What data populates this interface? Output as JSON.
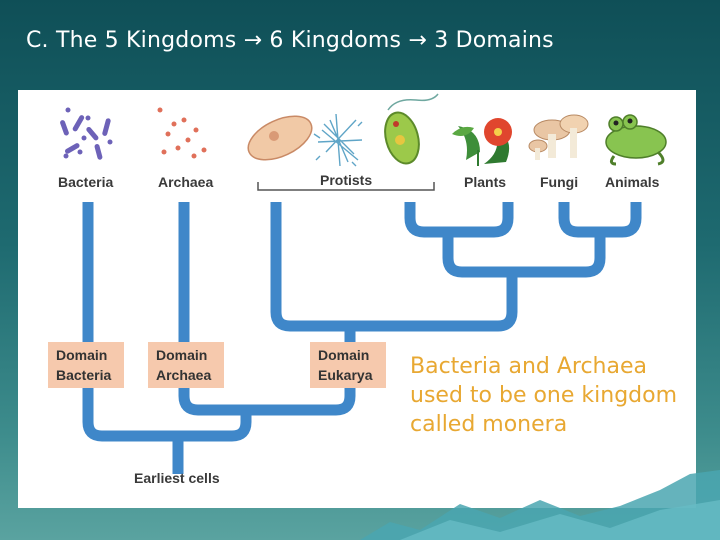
{
  "slide": {
    "title": "C. The 5 Kingdoms → 6 Kingdoms → 3 Domains",
    "note": "Bacteria and Archaea used to be one kingdom called monera"
  },
  "diagram": {
    "organisms": [
      {
        "label": "Bacteria",
        "icon": "bacteria-icon"
      },
      {
        "label": "Archaea",
        "icon": "archaea-icon"
      },
      {
        "label": "Protists",
        "icon": "protists-icon"
      },
      {
        "label": "Plants",
        "icon": "plant-icon"
      },
      {
        "label": "Fungi",
        "icon": "fungi-icon"
      },
      {
        "label": "Animals",
        "icon": "frog-icon"
      }
    ],
    "domains": [
      {
        "line1": "Domain",
        "line2": "Bacteria"
      },
      {
        "line1": "Domain",
        "line2": "Archaea"
      },
      {
        "line1": "Domain",
        "line2": "Eukarya"
      }
    ],
    "root_label": "Earliest cells",
    "colors": {
      "branch": "#3f87c9",
      "domain_box": "#f6c9ad",
      "note_text": "#e8a832"
    }
  }
}
